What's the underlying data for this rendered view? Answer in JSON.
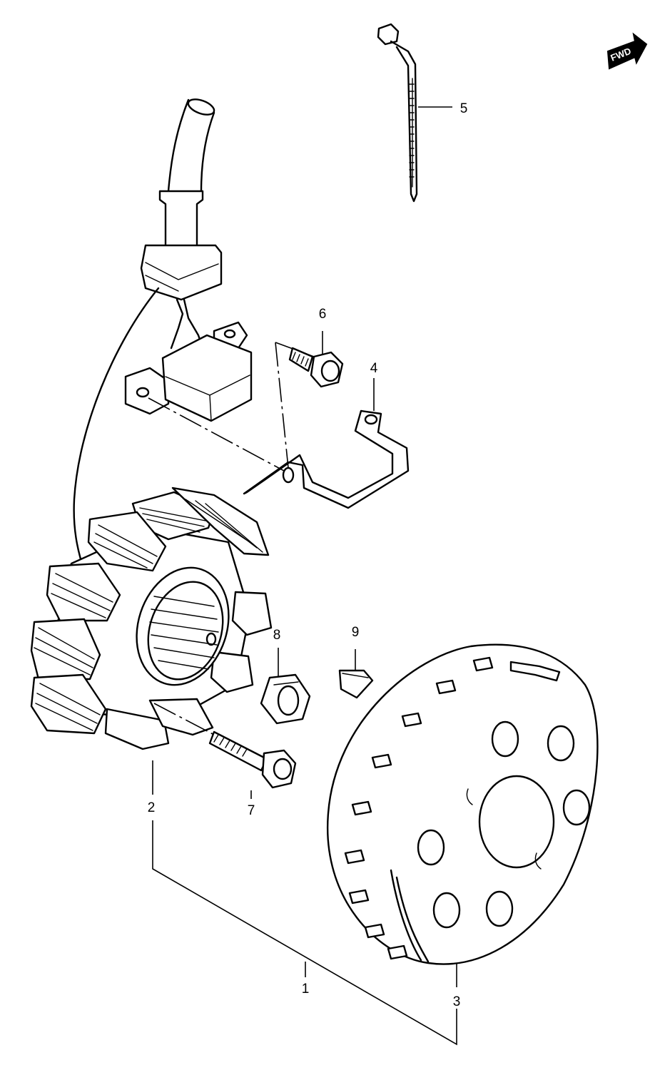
{
  "fwd_badge": {
    "label": "FWD"
  },
  "callouts": [
    {
      "id": "1",
      "label": "1"
    },
    {
      "id": "2",
      "label": "2"
    },
    {
      "id": "3",
      "label": "3"
    },
    {
      "id": "4",
      "label": "4"
    },
    {
      "id": "5",
      "label": "5"
    },
    {
      "id": "6",
      "label": "6"
    },
    {
      "id": "7",
      "label": "7"
    },
    {
      "id": "8",
      "label": "8"
    },
    {
      "id": "9",
      "label": "9"
    }
  ]
}
